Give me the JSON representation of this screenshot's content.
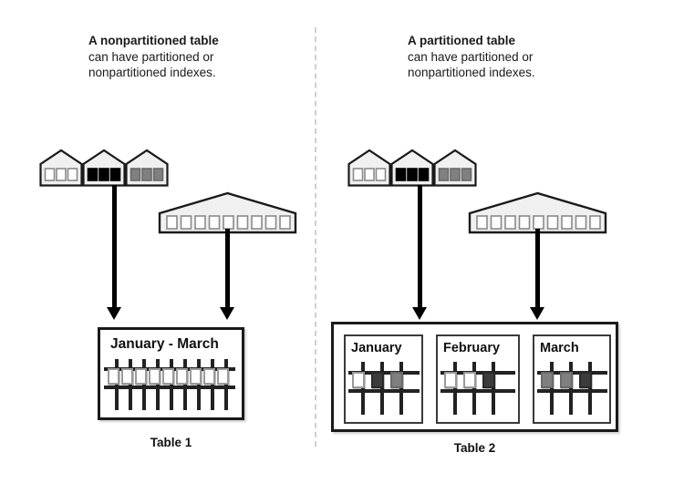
{
  "figure": {
    "type": "diagram",
    "subject": "Partitioned and nonpartitioned tables with partitioned and nonpartitioned indexes"
  },
  "divider": {
    "style": "vertical-dashed",
    "color": "#cfcfcf"
  },
  "palette": {
    "white": "#ffffff",
    "black": "#000000",
    "dark_gray": "#3c3c3c",
    "mid_gray": "#808080",
    "light_gray": "#efefef",
    "outline": "#1a1a1a",
    "shape_fill": "#f0f0f0",
    "divider": "#cfcfcf"
  },
  "panels": [
    {
      "id": "left",
      "caption": {
        "title": "A nonpartitioned table",
        "line2": "can have partitioned or",
        "line3": "nonpartitioned indexes."
      },
      "partitioned_index": {
        "name": "partitioned-index",
        "segments": [
          {
            "fill": "white",
            "cells": 3
          },
          {
            "fill": "black",
            "cells": 3
          },
          {
            "fill": "mid_gray",
            "cells": 3
          }
        ]
      },
      "nonpartitioned_index": {
        "name": "nonpartitioned-index",
        "cells": 9,
        "fill": "white"
      },
      "table": {
        "label": "Table 1",
        "title": "January - March",
        "partitions": [
          {
            "title": "January - March",
            "cells": [
              "white",
              "white",
              "white",
              "white",
              "white",
              "white",
              "white",
              "white",
              "white"
            ]
          }
        ]
      },
      "arrows": [
        {
          "name": "arrow-partitioned-index-to-table"
        },
        {
          "name": "arrow-nonpartitioned-index-to-table"
        }
      ]
    },
    {
      "id": "right",
      "caption": {
        "title": "A partitioned table",
        "line2": "can have partitioned or",
        "line3": "nonpartitioned indexes."
      },
      "partitioned_index": {
        "name": "partitioned-index",
        "segments": [
          {
            "fill": "white",
            "cells": 3
          },
          {
            "fill": "black",
            "cells": 3
          },
          {
            "fill": "mid_gray",
            "cells": 3
          }
        ]
      },
      "nonpartitioned_index": {
        "name": "nonpartitioned-index",
        "cells": 9,
        "fill": "white"
      },
      "table": {
        "label": "Table 2",
        "partitions": [
          {
            "title": "January",
            "cells": [
              "white",
              "dark_gray",
              "mid_gray"
            ]
          },
          {
            "title": "February",
            "cells": [
              "white",
              "white",
              "dark_gray"
            ]
          },
          {
            "title": "March",
            "cells": [
              "mid_gray",
              "mid_gray",
              "dark_gray"
            ]
          }
        ]
      },
      "arrows": [
        {
          "name": "arrow-partitioned-index-to-table"
        },
        {
          "name": "arrow-nonpartitioned-index-to-table"
        }
      ]
    }
  ]
}
